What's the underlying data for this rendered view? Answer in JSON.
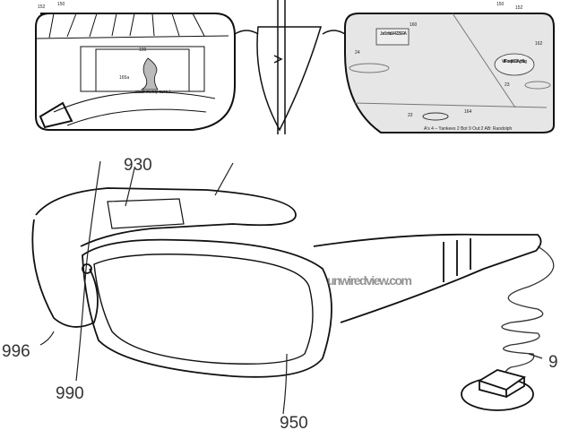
{
  "figure_top": {
    "left_lens": {
      "ref_labels": [
        "150",
        "152",
        "190",
        "165a"
      ],
      "caption_text_mirrored": "Lorus ipsum facto"
    },
    "right_lens": {
      "ref_labels": [
        "150",
        "152",
        "160",
        "162",
        "24",
        "23",
        "22",
        "164"
      ],
      "callout_pitcher": "Joe Smith is 14-4 2.23 ERA",
      "callout_batter": "Willie Randolph 303 Avg. Hit Stag",
      "scoreline": "A's 4 – Yankees 2 Bot 9 Out:2 AB: Randolph"
    }
  },
  "figure_bottom": {
    "ref_labels": [
      "930",
      "996",
      "990",
      "950",
      "9"
    ],
    "watermark": "unwiredview.com"
  },
  "colors": {
    "line": "#111111",
    "lens_fill": "#e6e6e6"
  }
}
